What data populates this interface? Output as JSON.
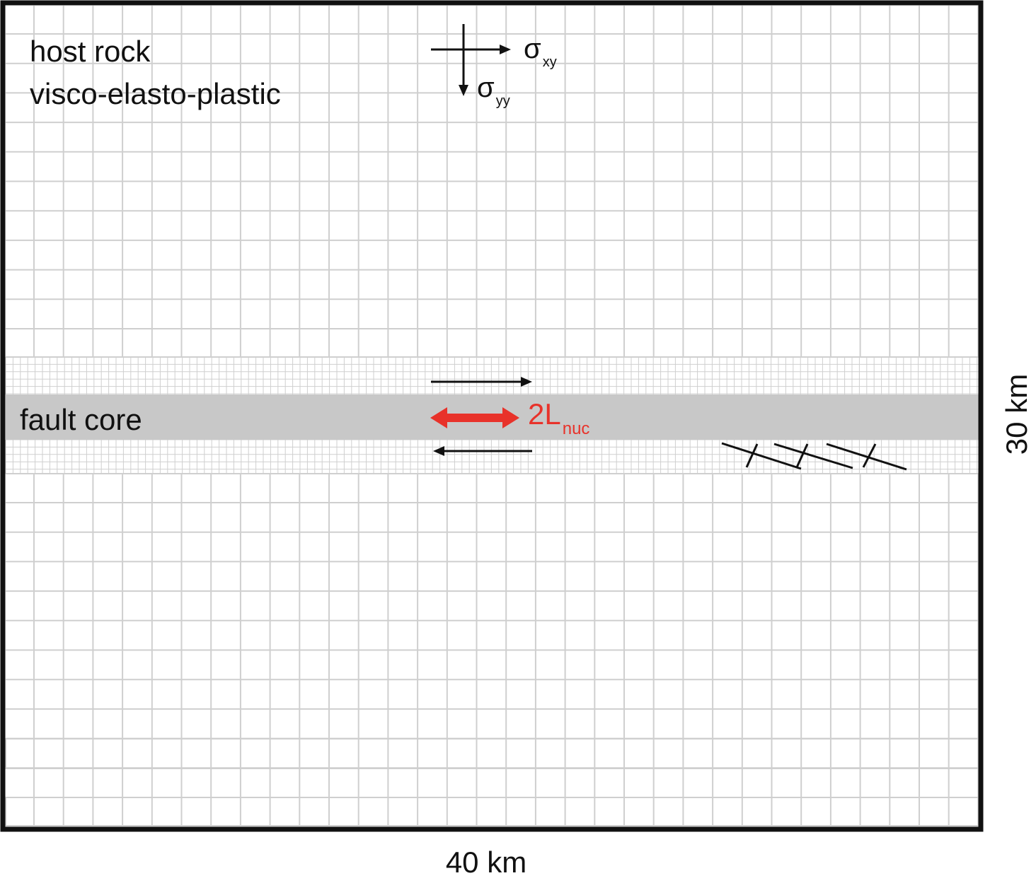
{
  "labels": {
    "host_rock": "host rock",
    "rheology": "visco-elasto-plastic",
    "fault_core": "fault core",
    "width": "40 km",
    "height": "30 km"
  },
  "stress": {
    "sigma": "σ",
    "xy_sub": "xy",
    "yy_sub": "yy"
  },
  "nucleation": {
    "main": "2L",
    "sub": "nuc",
    "color": "#e8322a"
  },
  "colors": {
    "fault_core": "#c8c8c8",
    "grid": "#cfcfcf",
    "frame": "#111111"
  }
}
